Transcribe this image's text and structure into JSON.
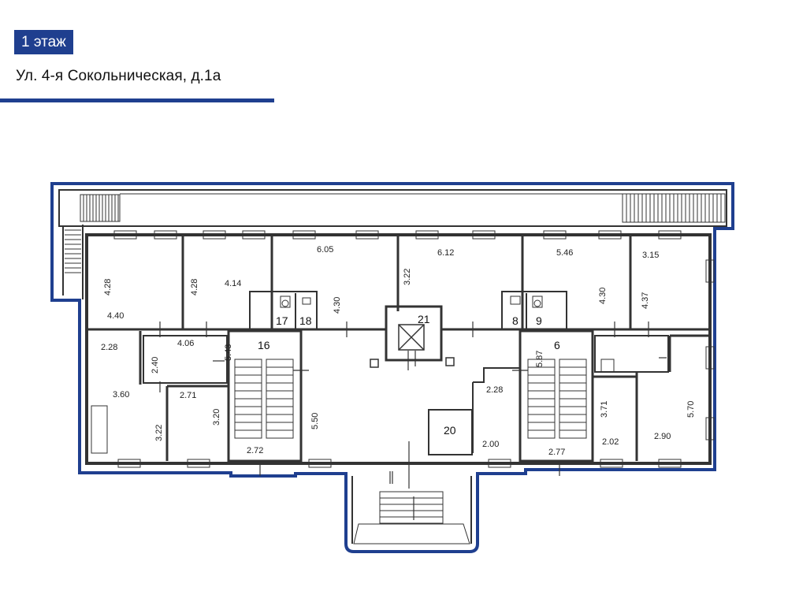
{
  "header": {
    "floor_label": "1 этаж",
    "address": "Ул. 4-я Сокольническая, д.1а"
  },
  "colors": {
    "brand_blue": "#1f3f8f",
    "wall": "#333333",
    "text": "#111111"
  },
  "plan": {
    "dimensions": [
      "4.28",
      "4.40",
      "4.28",
      "4.14",
      "6.05",
      "4.30",
      "6.12",
      "3.22",
      "5.46",
      "4.30",
      "3.15",
      "4.37",
      "2.28",
      "2.40",
      "4.06",
      "3.60",
      "2.71",
      "3.22",
      "3.20",
      "5.43",
      "2.72",
      "5.50",
      "2.28",
      "2.00",
      "5.87",
      "2.77",
      "3.71",
      "2.02",
      "5.70",
      "2.90"
    ],
    "room_numbers": [
      "17",
      "18",
      "21",
      "8",
      "9",
      "16",
      "6",
      "20"
    ]
  }
}
